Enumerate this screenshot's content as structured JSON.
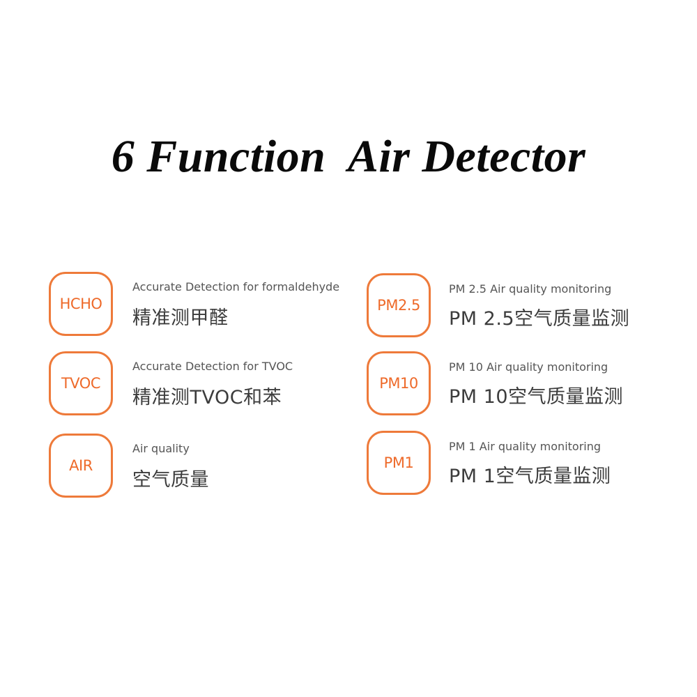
{
  "title": "6 Function  Air Detector",
  "accent_color": "#ee7a3a",
  "features": [
    {
      "badge": "HCHO",
      "description_en": "Accurate Detection for formaldehyde",
      "description_cn": "精准测甲醛"
    },
    {
      "badge": "TVOC",
      "description_en": "Accurate Detection for  TVOC",
      "description_cn": "精准测TVOC和苯"
    },
    {
      "badge": "AIR",
      "description_en": "Air quality",
      "description_cn": "空气质量"
    },
    {
      "badge": "PM2.5",
      "description_en": "PM 2.5 Air quality monitoring",
      "description_cn": "PM 2.5空气质量监测"
    },
    {
      "badge": "PM10",
      "description_en": "PM 10 Air quality monitoring",
      "description_cn": "PM 10空气质量监测"
    },
    {
      "badge": "PM1",
      "description_en": "PM 1 Air quality monitoring",
      "description_cn": "PM 1空气质量监测"
    }
  ]
}
